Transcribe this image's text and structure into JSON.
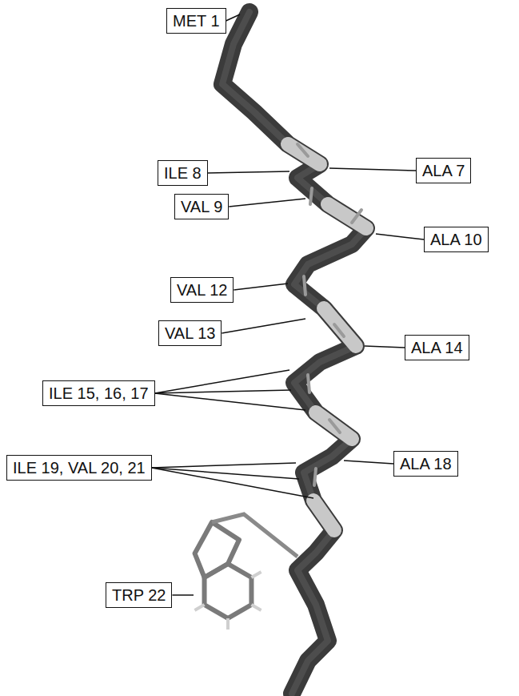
{
  "diagram": {
    "nodes": [
      {
        "text": [
          "MET 1"
        ]
      },
      {
        "text": [
          "ILE 8"
        ]
      },
      {
        "text": [
          "ALA 7"
        ]
      },
      {
        "text": [
          "VAL 9"
        ]
      },
      {
        "text": [
          "ALA 10"
        ]
      },
      {
        "text": [
          "VAL 12"
        ]
      },
      {
        "text": [
          "VAL 13"
        ]
      },
      {
        "text": [
          "ALA 14"
        ]
      },
      {
        "text": [
          "ILE 15, 16, 17"
        ]
      },
      {
        "text": [
          "ALA 18"
        ]
      },
      {
        "text": [
          "ILE 19, VAL 20, 21"
        ]
      },
      {
        "text": [
          "TRP 22"
        ]
      }
    ]
  }
}
